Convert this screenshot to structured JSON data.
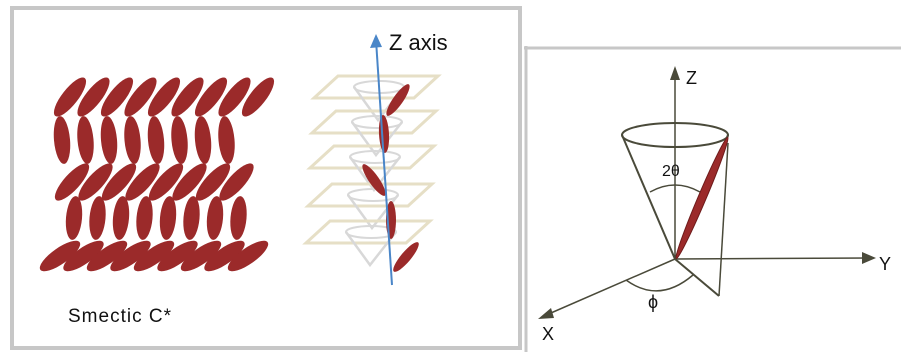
{
  "left_panel": {
    "phase_label": "Smectic C*",
    "axis_label": "Z axis"
  },
  "right_panel": {
    "z_label": "Z",
    "y_label": "Y",
    "x_label": "X",
    "tilt_label": "2θ",
    "azimuth_label": "ϕ"
  },
  "colors": {
    "molecule": "#9b2a2a",
    "layer_plane": "#e6dfc6",
    "cone": "#d8d8d8",
    "z_axis_arrow": "#4a86c8",
    "frame_border": "#c7c7c7",
    "axes": "#5a5a3e"
  }
}
